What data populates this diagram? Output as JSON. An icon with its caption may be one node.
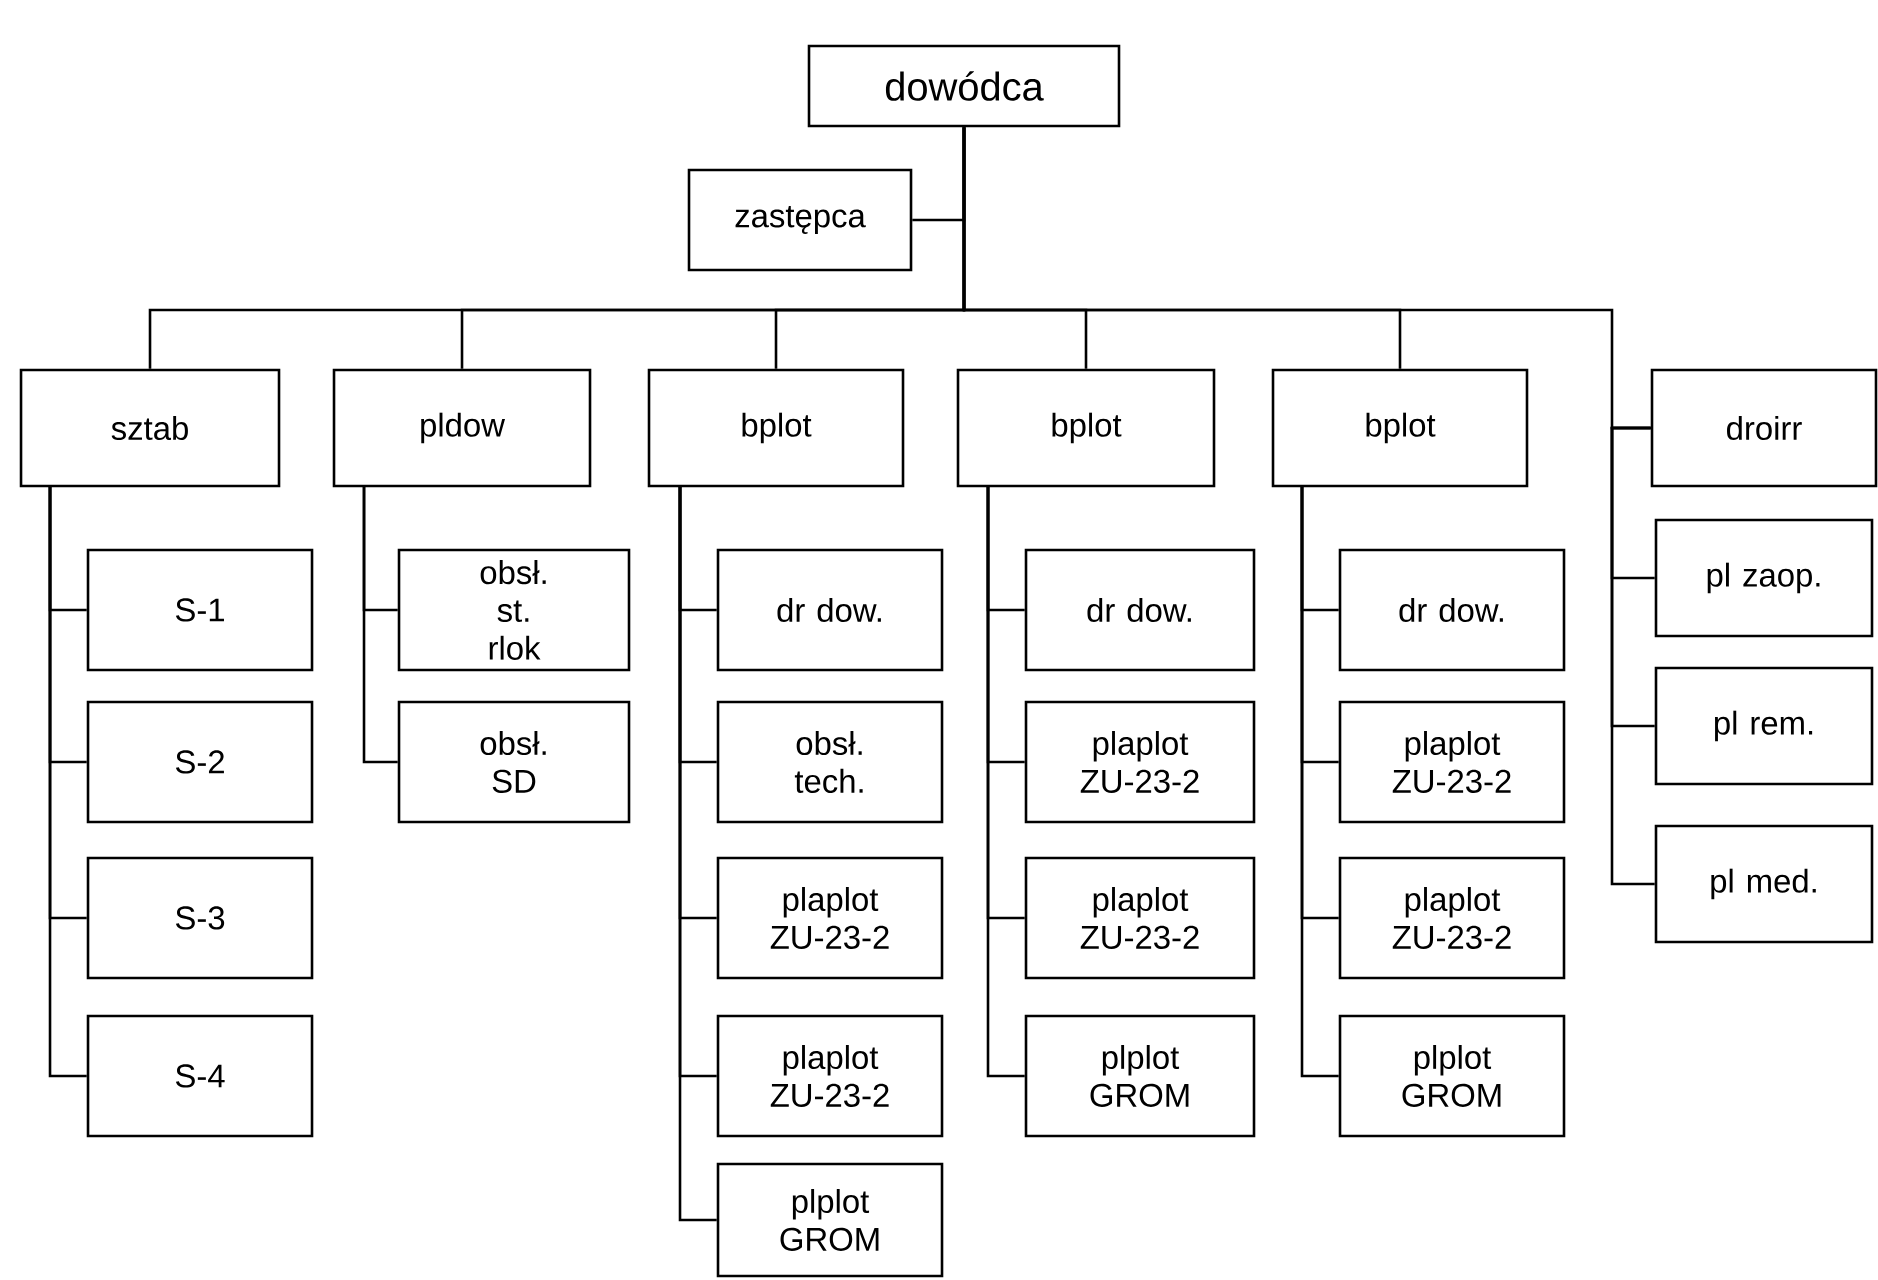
{
  "diagram": {
    "nodes": [
      {
        "text": [
          "dowódca"
        ]
      },
      {
        "text": [
          "zastępca"
        ]
      },
      {
        "text": [
          "sztab"
        ]
      },
      {
        "text": [
          "pldow"
        ]
      },
      {
        "text": [
          "bplot"
        ]
      },
      {
        "text": [
          "bplot"
        ]
      },
      {
        "text": [
          "bplot"
        ]
      },
      {
        "text": [
          "droirr"
        ]
      },
      {
        "text": [
          "S-1"
        ]
      },
      {
        "text": [
          "S-2"
        ]
      },
      {
        "text": [
          "S-3"
        ]
      },
      {
        "text": [
          "S-4"
        ]
      },
      {
        "text": [
          "obsł. st. rlok"
        ]
      },
      {
        "text": [
          "obsł. SD"
        ]
      },
      {
        "text": [
          "dr dow."
        ]
      },
      {
        "text": [
          "obsł. tech."
        ]
      },
      {
        "text": [
          "plaplot ZU-23-2"
        ]
      },
      {
        "text": [
          "plaplot ZU-23-2"
        ]
      },
      {
        "text": [
          "plplot GROM"
        ]
      },
      {
        "text": [
          "dr dow."
        ]
      },
      {
        "text": [
          "plaplot ZU-23-2"
        ]
      },
      {
        "text": [
          "plaplot ZU-23-2"
        ]
      },
      {
        "text": [
          "plplot GROM"
        ]
      },
      {
        "text": [
          "dr dow."
        ]
      },
      {
        "text": [
          "plaplot ZU-23-2"
        ]
      },
      {
        "text": [
          "plaplot ZU-23-2"
        ]
      },
      {
        "text": [
          "plplot GROM"
        ]
      },
      {
        "text": [
          "pl zaop."
        ]
      },
      {
        "text": [
          "pl rem."
        ]
      },
      {
        "text": [
          "pl med."
        ]
      }
    ],
    "edges": [
      {
        "from": 0,
        "to": 1,
        "arrow": "none"
      },
      {
        "from": 0,
        "to": 2,
        "arrow": "none"
      },
      {
        "from": 0,
        "to": 3,
        "arrow": "none"
      },
      {
        "from": 0,
        "to": 4,
        "arrow": "none"
      },
      {
        "from": 0,
        "to": 5,
        "arrow": "none"
      },
      {
        "from": 0,
        "to": 6,
        "arrow": "none"
      },
      {
        "from": 0,
        "to": 7,
        "arrow": "none"
      },
      {
        "from": 2,
        "to": 8,
        "arrow": "none"
      },
      {
        "from": 2,
        "to": 9,
        "arrow": "none"
      },
      {
        "from": 2,
        "to": 10,
        "arrow": "none"
      },
      {
        "from": 2,
        "to": 11,
        "arrow": "none"
      },
      {
        "from": 3,
        "to": 12,
        "arrow": "none"
      },
      {
        "from": 3,
        "to": 13,
        "arrow": "none"
      },
      {
        "from": 4,
        "to": 14,
        "arrow": "none"
      },
      {
        "from": 4,
        "to": 15,
        "arrow": "none"
      },
      {
        "from": 4,
        "to": 16,
        "arrow": "none"
      },
      {
        "from": 4,
        "to": 17,
        "arrow": "none"
      },
      {
        "from": 4,
        "to": 18,
        "arrow": "none"
      },
      {
        "from": 5,
        "to": 19,
        "arrow": "none"
      },
      {
        "from": 5,
        "to": 20,
        "arrow": "none"
      },
      {
        "from": 5,
        "to": 21,
        "arrow": "none"
      },
      {
        "from": 5,
        "to": 22,
        "arrow": "none"
      },
      {
        "from": 6,
        "to": 23,
        "arrow": "none"
      },
      {
        "from": 6,
        "to": 24,
        "arrow": "none"
      },
      {
        "from": 6,
        "to": 25,
        "arrow": "none"
      },
      {
        "from": 6,
        "to": 26,
        "arrow": "none"
      },
      {
        "from": 7,
        "to": 27,
        "arrow": "none"
      },
      {
        "from": 7,
        "to": 28,
        "arrow": "none"
      },
      {
        "from": 7,
        "to": 29,
        "arrow": "none"
      }
    ]
  }
}
